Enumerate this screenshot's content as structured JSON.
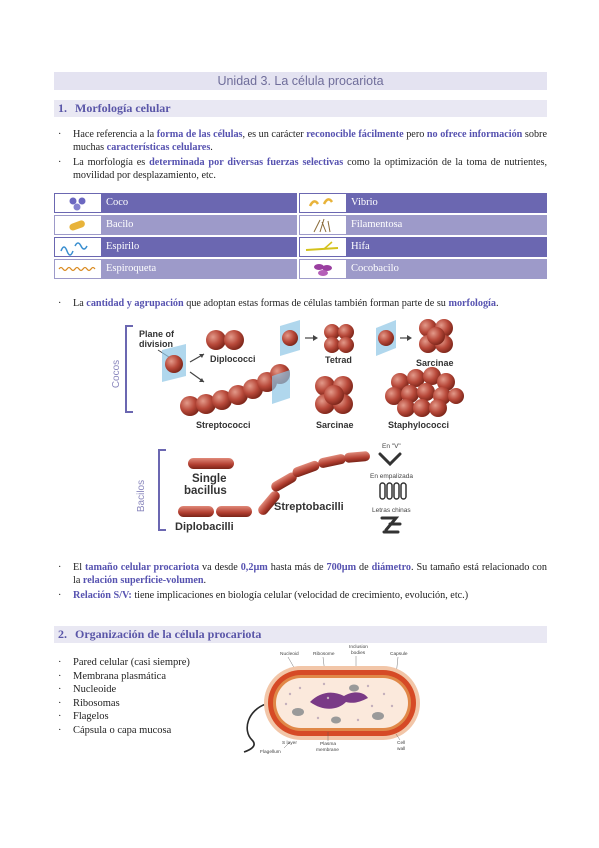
{
  "title": "Unidad 3. La célula procariota",
  "section1": {
    "num": "1.",
    "title": "Morfología celular"
  },
  "bullet": "·",
  "p1": {
    "a": "Hace referencia a la ",
    "b": "forma de las células",
    "c": ", es un carácter ",
    "d": "reconocible fácilmente",
    "e": " pero ",
    "f": "no ofrece información",
    "g": " sobre muchas ",
    "h": "características celulares",
    "i": "."
  },
  "p2": {
    "a": "La morfología es ",
    "b": "determinada por diversas fuerzas selectivas",
    "c": " como la optimización de la toma de nutrientes, movilidad por desplazamiento, etc."
  },
  "morphs": {
    "left": [
      "Coco",
      "Bacilo",
      "Espirilo",
      "Espiroqueta"
    ],
    "right": [
      "Vibrio",
      "Filamentosa",
      "Hifa",
      "Cocobacilo"
    ]
  },
  "p3": {
    "a": "La ",
    "b": "cantidad y agrupación",
    "c": " que adoptan estas formas de células también forman parte de su ",
    "d": "morfología",
    "e": "."
  },
  "fig1": {
    "cocos": "Cocos",
    "bacilos": "Bacilos",
    "plane": "Plane of",
    "division": "division",
    "diplococci": "Diplococci",
    "tetrad": "Tetrad",
    "sarcinae1": "Sarcinae",
    "streptococci": "Streptococci",
    "sarcinae2": "Sarcinae",
    "staphylococci": "Staphylococci",
    "single1": "Single",
    "single2": "bacillus",
    "diplobacilli": "Diplobacilli",
    "streptobacilli": "Streptobacilli",
    "env": "En \"V\"",
    "empalizada": "En empalizada",
    "chinas": "Letras chinas"
  },
  "p4": {
    "a": "El ",
    "b": "tamaño celular procariota",
    "c": " va desde ",
    "d": "0,2µm",
    "e": " hasta más de ",
    "f": "700µm",
    "g": " de ",
    "h": "diámetro",
    "i": ". Su tamaño está relacionado con la ",
    "j": "relación superficie-volumen",
    "k": "."
  },
  "p5": {
    "a": "Relación S/V:",
    "b": " tiene implicaciones en biología celular (velocidad de crecimiento, evolución, etc.)"
  },
  "section2": {
    "num": "2.",
    "title": "Organización de la célula procariota"
  },
  "org_list": [
    "Pared celular (casi siempre)",
    "Membrana plasmática",
    "Nucleoide",
    "Ribosomas",
    "Flagelos",
    "Cápsula o capa mucosa"
  ],
  "fig2": {
    "nucleoid": "Nucleoid",
    "ribosome": "Ribosome",
    "inclusion1": "Inclusion",
    "inclusion2": "bodies",
    "capsule": "Capsule",
    "flagellum": "Flagellum",
    "slayer": "S layer",
    "plasma1": "Plasma",
    "plasma2": "membrane",
    "cell1": "Cell",
    "cell2": "wall"
  }
}
